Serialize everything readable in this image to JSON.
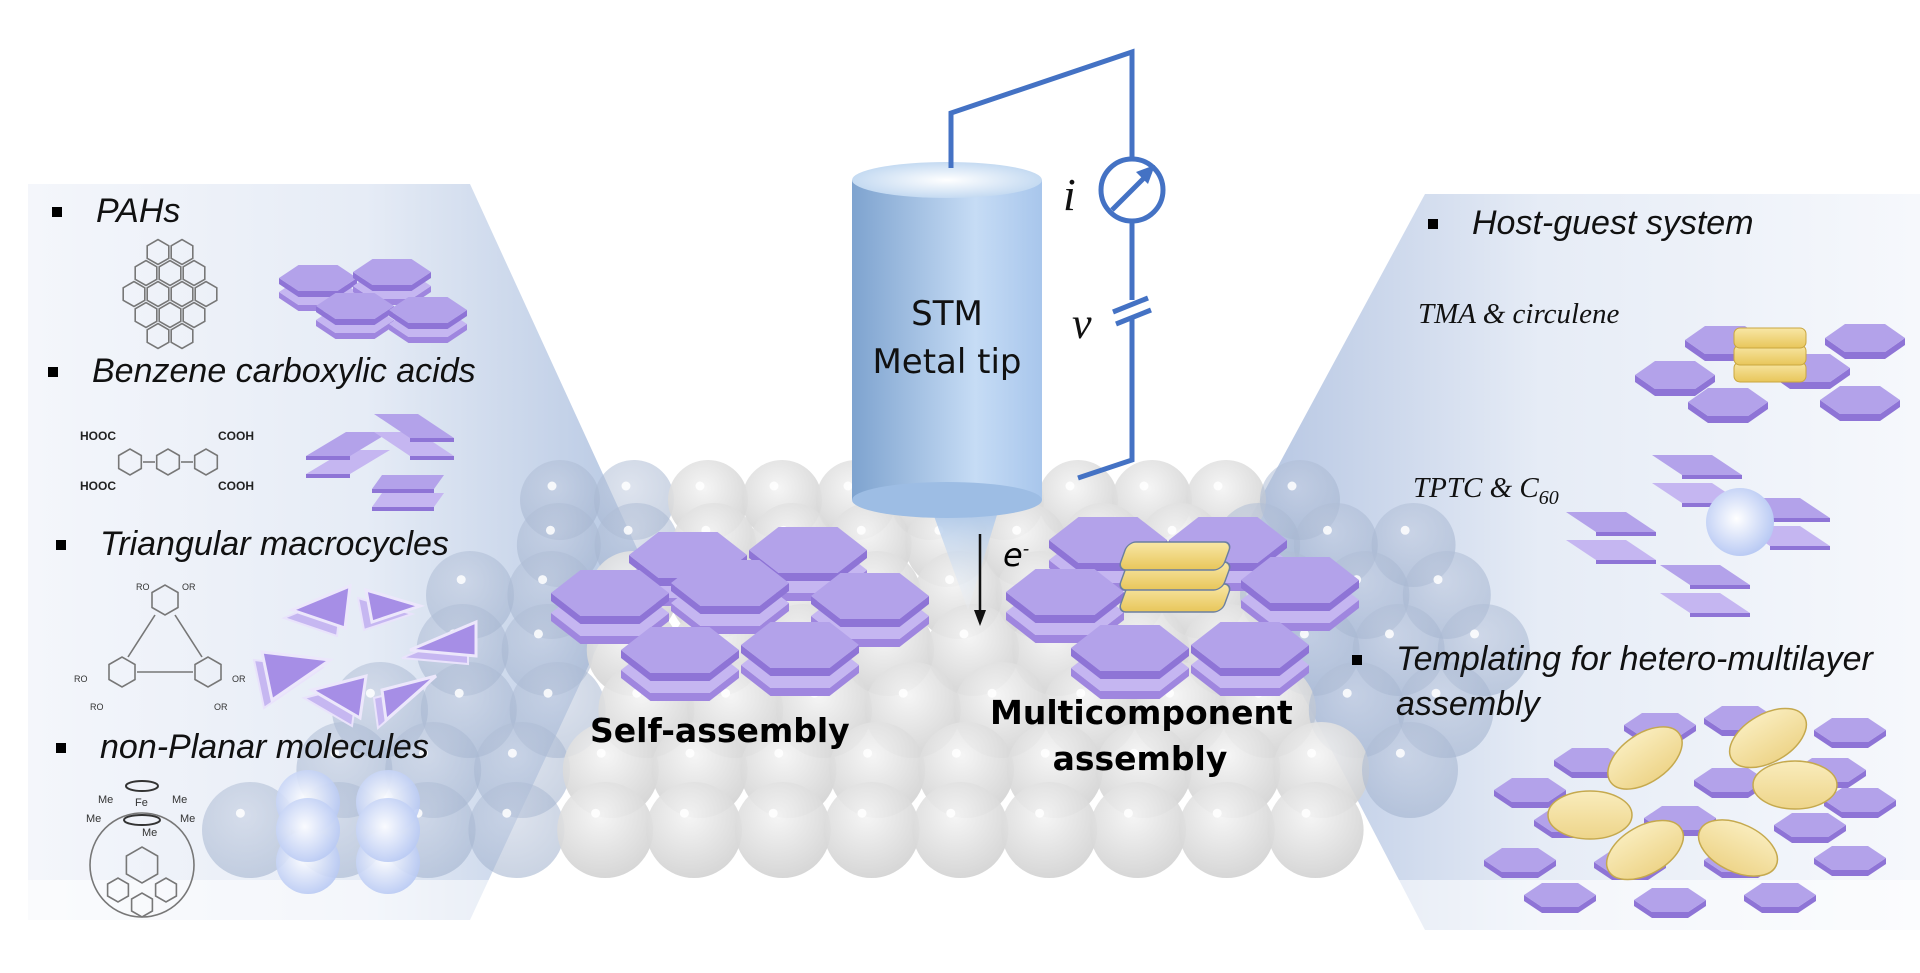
{
  "figure": {
    "title": "STM on-surface molecular assembly schematic",
    "colors": {
      "panel_blue": "#b9c9e4",
      "panel_light": "#f1f4fa",
      "hex_purple": "#b3a2ea",
      "hex_side": "#8e74d6",
      "guest_yellow": "#f3d77a",
      "circuit_blue": "#4472c4",
      "surface_atom": "#d9d9d9",
      "tip_blue": "#8fb3dc"
    }
  },
  "left_panel": {
    "items": [
      {
        "label": "PAHs",
        "structure": "coronene-like polycyclic aromatic hydrocarbon",
        "model": "stacked hexagons"
      },
      {
        "label": "Benzene carboxylic acids",
        "structure": "tetracarboxylic terphenyl",
        "model": "stacked rectangles",
        "groups": [
          "HOOC",
          "HOOC",
          "COOH",
          "COOH"
        ]
      },
      {
        "label": "Triangular macrocycles",
        "structure": "dehydrobenzo annulene",
        "model": "stacked triangles",
        "groups": [
          "RO",
          "OR",
          "RO",
          "OR",
          "RO",
          "OR"
        ]
      },
      {
        "label": "non-Planar molecules",
        "structure": "ferrocene-fullerene",
        "model": "stacked spheres",
        "groups": [
          "Fe",
          "Me",
          "Me",
          "Me",
          "Me",
          "Me"
        ]
      }
    ]
  },
  "center": {
    "tip_label_line1": "STM",
    "tip_label_line2": "Metal tip",
    "current_symbol": "i",
    "voltage_symbol": "v",
    "electron_label": "e",
    "electron_sup": "-",
    "self_assembly_label": "Self-assembly",
    "multicomponent_label_line1": "Multicomponent",
    "multicomponent_label_line2": "assembly"
  },
  "right_panel": {
    "host_guest_heading": "Host-guest system",
    "examples": [
      {
        "label": "TMA & circulene",
        "model": "hexagon host with stacked yellow guests"
      },
      {
        "label_main": "TPTC & C",
        "label_sub": "60",
        "model": "rectangle host with sphere guest"
      }
    ],
    "templating_heading_line1": "Templating for hetero-multilayer",
    "templating_heading_line2": "assembly"
  }
}
